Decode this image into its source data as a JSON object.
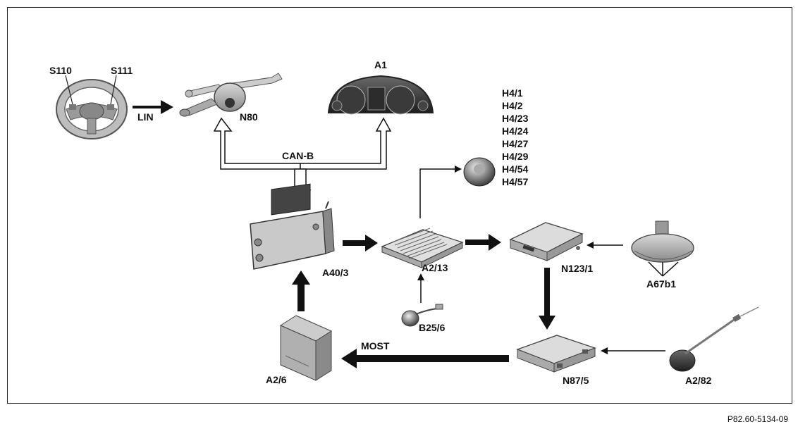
{
  "components": {
    "steering_wheel": {
      "label_left": "S110",
      "label_right": "S111"
    },
    "n80": {
      "label": "N80"
    },
    "a1": {
      "label": "A1"
    },
    "speakers": {
      "labels": [
        "H4/1",
        "H4/2",
        "H4/23",
        "H4/24",
        "H4/27",
        "H4/29",
        "H4/54",
        "H4/57"
      ]
    },
    "a40_3": {
      "label": "A40/3"
    },
    "a2_13": {
      "label": "A2/13"
    },
    "n123_1": {
      "label": "N123/1"
    },
    "a67b1": {
      "label": "A67b1"
    },
    "b25_6": {
      "label": "B25/6"
    },
    "a2_6": {
      "label": "A2/6"
    },
    "n87_5": {
      "label": "N87/5"
    },
    "a2_82": {
      "label": "A2/82"
    }
  },
  "buses": {
    "lin": "LIN",
    "can_b": "CAN-B",
    "most": "MOST"
  },
  "figure_ref": "P82.60-5134-09"
}
